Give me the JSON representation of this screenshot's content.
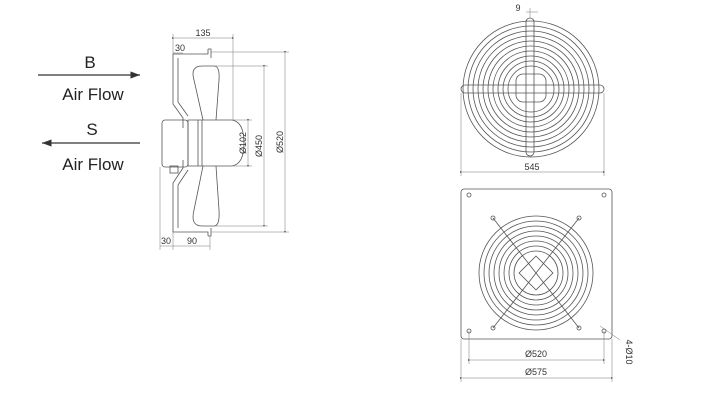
{
  "airflow": {
    "blow_label": "B",
    "blow_text": "Air Flow",
    "suck_label": "S",
    "suck_text": "Air Flow"
  },
  "side_view": {
    "depth_total": "135",
    "flange_top": "30",
    "flange_bottom": "30",
    "motor_depth": "90",
    "hub_diameter": "Ø102",
    "blade_diameter": "Ø450",
    "guard_diameter": "Ø520"
  },
  "front_view": {
    "bar_width": "9",
    "overall_width": "545"
  },
  "plate_view": {
    "hole_spacing": "Ø520",
    "plate_width": "Ø575",
    "holes": "4-Ø10"
  }
}
